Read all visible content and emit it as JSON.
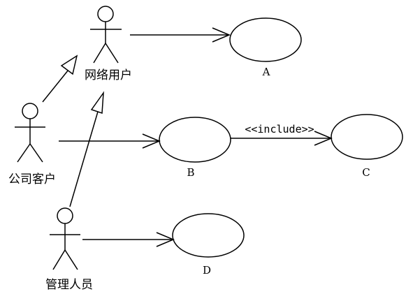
{
  "actors": {
    "network_user": "网络用户",
    "company_customer": "公司客户",
    "administrator": "管理人员"
  },
  "use_cases": {
    "a": "A",
    "b": "B",
    "c": "C",
    "d": "D"
  },
  "relations": {
    "include_stereotype": "<<include>>"
  }
}
